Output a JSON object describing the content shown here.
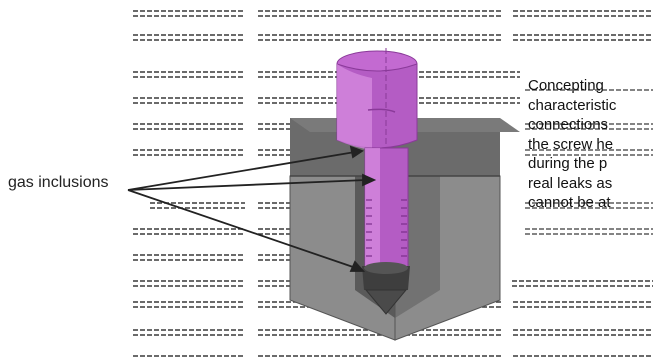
{
  "callout": {
    "label": "gas inclusions"
  },
  "body_text": {
    "lines": [
      "Concepting",
      "characteristic",
      "connections",
      "the screw he",
      "during  the  p",
      "real leaks as",
      "cannot be at"
    ]
  },
  "colors": {
    "screw": "#b45cc4",
    "screw_highlight": "#d88fe3",
    "block_top": "#6b6b6b",
    "block_side": "#8c8c8c",
    "block_dark": "#4a4a4a"
  }
}
